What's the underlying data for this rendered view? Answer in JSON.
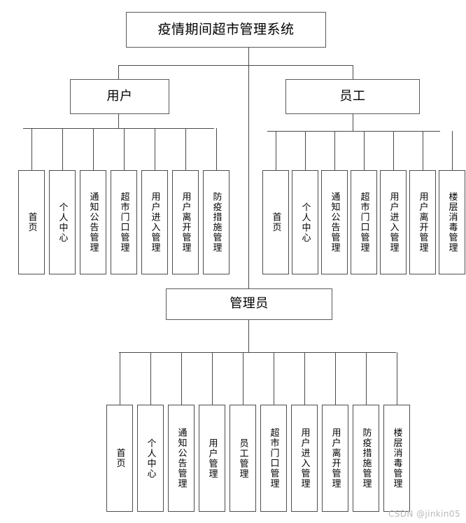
{
  "diagram": {
    "type": "organization-tree",
    "root": {
      "label": "疫情期间超市管理系统"
    },
    "branches": [
      {
        "label": "用户",
        "children": [
          "首页",
          "个人中心",
          "通知公告管理",
          "超市门口管理",
          "用户进入管理",
          "用户离开管理",
          "防疫措施管理"
        ]
      },
      {
        "label": "员工",
        "children": [
          "首页",
          "个人中心",
          "通知公告管理",
          "超市门口管理",
          "用户进入管理",
          "用户离开管理",
          "楼层消毒管理"
        ]
      },
      {
        "label": "管理员",
        "children": [
          "首页",
          "个人中心",
          "通知公告管理",
          "用户管理",
          "员工管理",
          "超市门口管理",
          "用户进入管理",
          "用户离开管理",
          "防疫措施管理",
          "楼层消毒管理"
        ]
      }
    ]
  },
  "watermark": {
    "text": "CSDN @jinkin05"
  },
  "colors": {
    "box_border": "#5a5a5a",
    "line": "#4a4a4a",
    "background": "#ffffff",
    "text": "#000000",
    "watermark": "#b9b9b9"
  }
}
